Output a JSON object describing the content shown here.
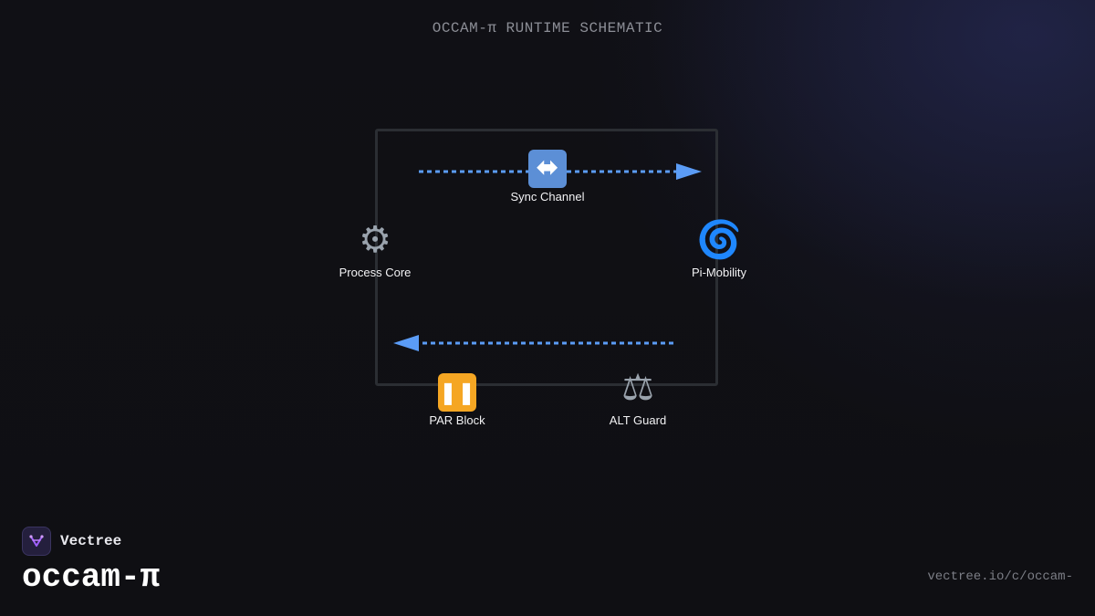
{
  "diagram": {
    "title": "OCCAM-π RUNTIME SCHEMATIC",
    "nodes": {
      "sync_channel": {
        "label": "Sync Channel",
        "icon": "left-right-arrow-icon",
        "glyph": "⬌"
      },
      "process_core": {
        "label": "Process Core",
        "icon": "gear-icon",
        "glyph": "⚙"
      },
      "pi_mobility": {
        "label": "Pi-Mobility",
        "icon": "cyclone-icon",
        "glyph": "🌀"
      },
      "par_block": {
        "label": "PAR Block",
        "icon": "pause-icon",
        "glyph": "❚❚"
      },
      "alt_guard": {
        "label": "ALT Guard",
        "icon": "balance-scale-icon",
        "glyph": "⚖"
      }
    },
    "edges": [
      {
        "from": "process_core",
        "to": "pi_mobility",
        "style": "dotted",
        "direction": "right"
      },
      {
        "from": "pi_mobility",
        "to": "process_core",
        "style": "dotted",
        "direction": "left"
      }
    ],
    "colors": {
      "arrow": "#5b9cf6",
      "frame": "#2b2e33",
      "background": "#0f0f13"
    }
  },
  "footer": {
    "brand": "Vectree",
    "product": "occam-π",
    "url": "vectree.io/c/occam-"
  }
}
